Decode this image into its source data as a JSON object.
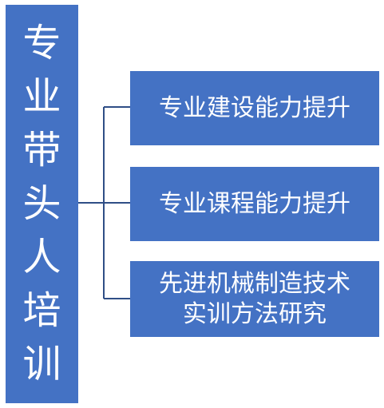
{
  "root": {
    "label_chars": [
      "专",
      "业",
      "带",
      "头",
      "人",
      "培",
      "训"
    ]
  },
  "children": [
    {
      "lines": [
        "专业建设能力提升"
      ]
    },
    {
      "lines": [
        "专业课程能力提升"
      ]
    },
    {
      "lines": [
        "先进机械制造技术",
        "实训方法研究"
      ]
    }
  ],
  "colors": {
    "box_fill": "#4472c4",
    "connector": "#2f4e86",
    "text": "#ffffff"
  }
}
